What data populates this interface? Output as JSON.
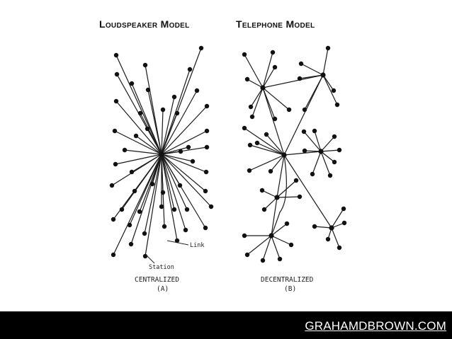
{
  "titles": {
    "left": "Loudspeaker Model",
    "right": "Telephone Model"
  },
  "diagram": {
    "left_caption_1": "CENTRALIZED",
    "left_caption_2": "(A)",
    "right_caption_1": "DECENTRALIZED",
    "right_caption_2": "(B)",
    "link_label": "Link",
    "station_label": "Station"
  },
  "footer": {
    "link_text": "GRAHAMDBROWN.COM",
    "background": "#000000",
    "text_color": "#ffffff"
  }
}
